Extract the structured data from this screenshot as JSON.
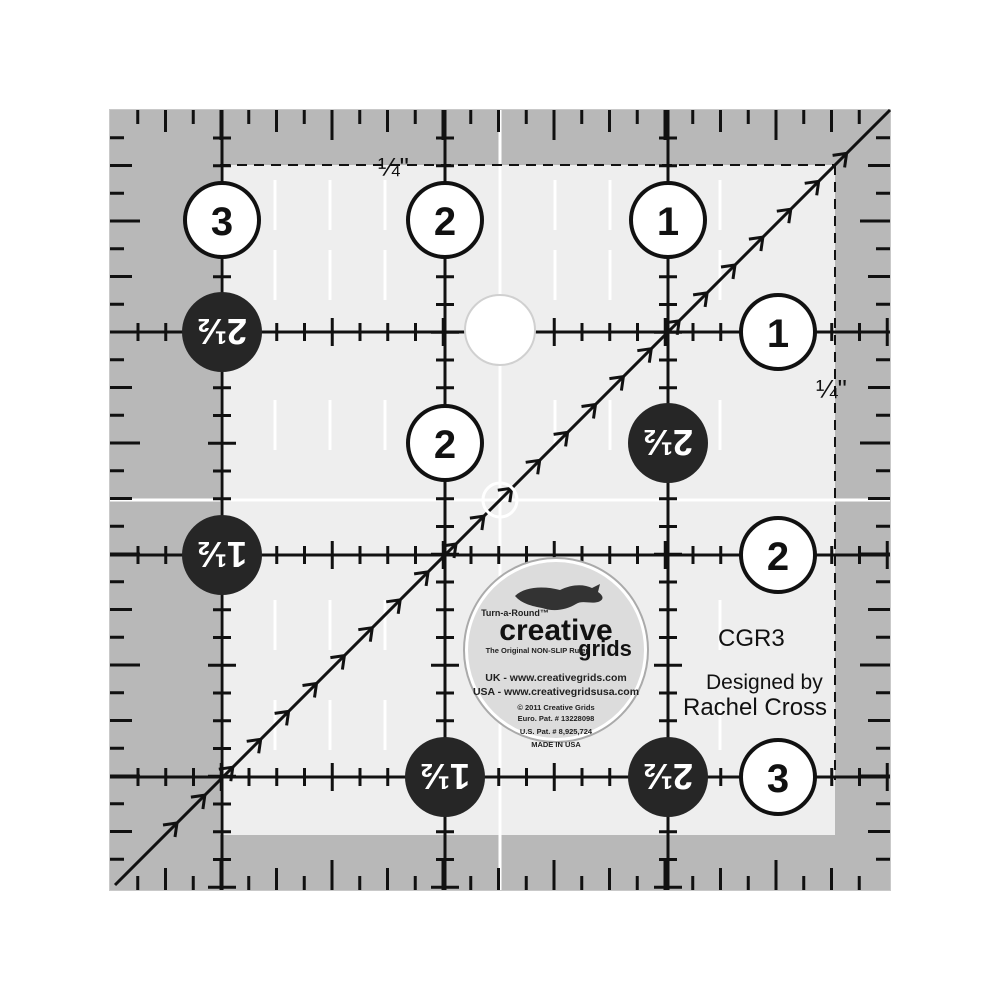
{
  "product": {
    "quarter_mark": "¼\"",
    "model": "CGR3",
    "designed_by": "Designed by",
    "designer": "Rachel Cross"
  },
  "numbers": {
    "top_row": [
      "3",
      "2",
      "1"
    ],
    "right_col": [
      "1",
      "2",
      "3"
    ],
    "center": "2",
    "half_two": "2½",
    "half_one": "1½"
  },
  "logo": {
    "tagline_top": "Turn-a-Round™",
    "brand_line1": "creative",
    "brand_line2": "grids",
    "subtitle": "The Original NON-SLIP Ruler",
    "uk_url": "UK - www.creativegrids.com",
    "usa_url": "USA - www.creativegridsusa.com",
    "copyright": "© 2011 Creative Grids",
    "euro_pat": "Euro. Pat. # 13228098",
    "us_pat": "U.S. Pat. # 8,925,724",
    "made_in": "MADE IN USA"
  },
  "colors": {
    "ruler_bg": "#e6e6e6",
    "ruler_gray": "#b7b7b7",
    "line": "#111111",
    "dark_badge": "#262626"
  }
}
